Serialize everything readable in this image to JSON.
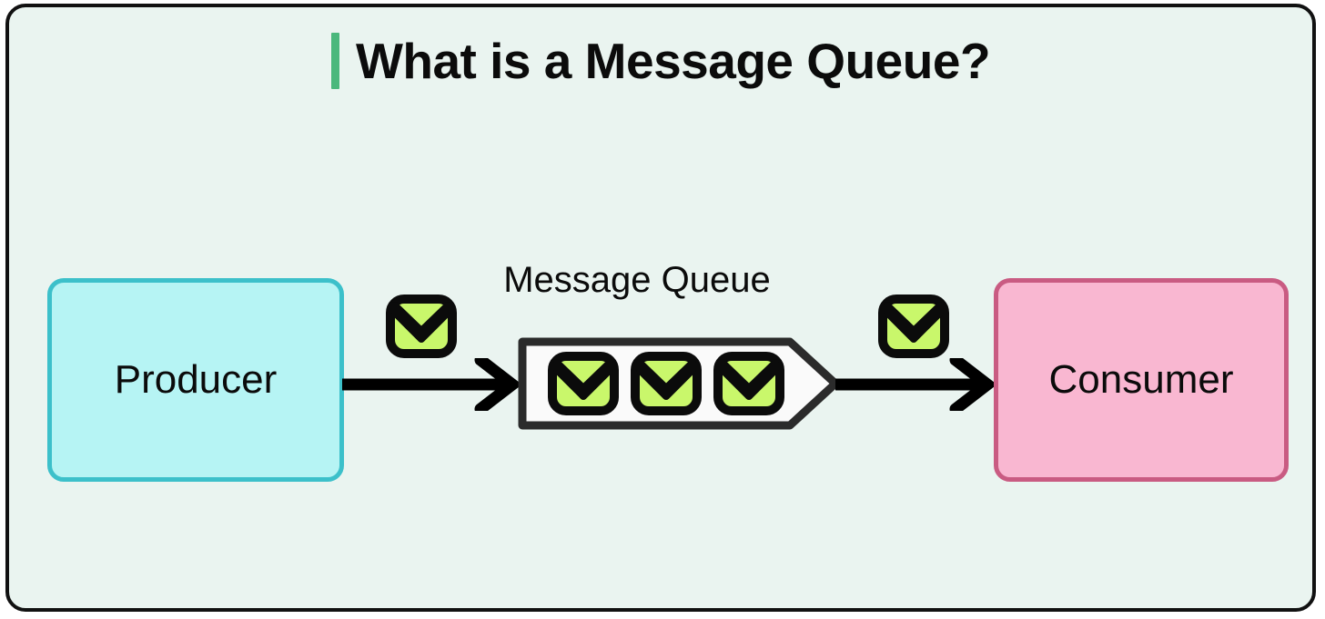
{
  "page": {
    "title": "What is a Message Queue?",
    "background_color": "#eaf4f0",
    "frame_color": "#111111"
  },
  "title": {
    "text": "What is a Message Queue?",
    "accent_color": "#4ab87c"
  },
  "diagram": {
    "type": "flow",
    "producer": {
      "label": "Producer",
      "fill_color": "#b6f4f4",
      "border_color": "#3cc0ca"
    },
    "queue": {
      "label": "Message Queue",
      "fill_color": "#fafafa",
      "border_color": "#2b2b2b",
      "message_count": 3,
      "messages": [
        {
          "icon": "envelope-icon"
        },
        {
          "icon": "envelope-icon"
        },
        {
          "icon": "envelope-icon"
        }
      ]
    },
    "consumer": {
      "label": "Consumer",
      "fill_color": "#f9b7d1",
      "border_color": "#c95b82"
    },
    "in_flight_messages": [
      {
        "icon": "envelope-icon",
        "position": "producer-to-queue"
      },
      {
        "icon": "envelope-icon",
        "position": "queue-to-consumer"
      }
    ],
    "arrows": [
      {
        "name": "producer-to-queue-arrow",
        "direction": "right",
        "color": "#000000"
      },
      {
        "name": "queue-to-consumer-arrow",
        "direction": "right",
        "color": "#000000"
      }
    ],
    "envelope_colors": {
      "body": "#c9f76b",
      "flap": "#ffffff",
      "outline": "#0b0b0b"
    }
  }
}
